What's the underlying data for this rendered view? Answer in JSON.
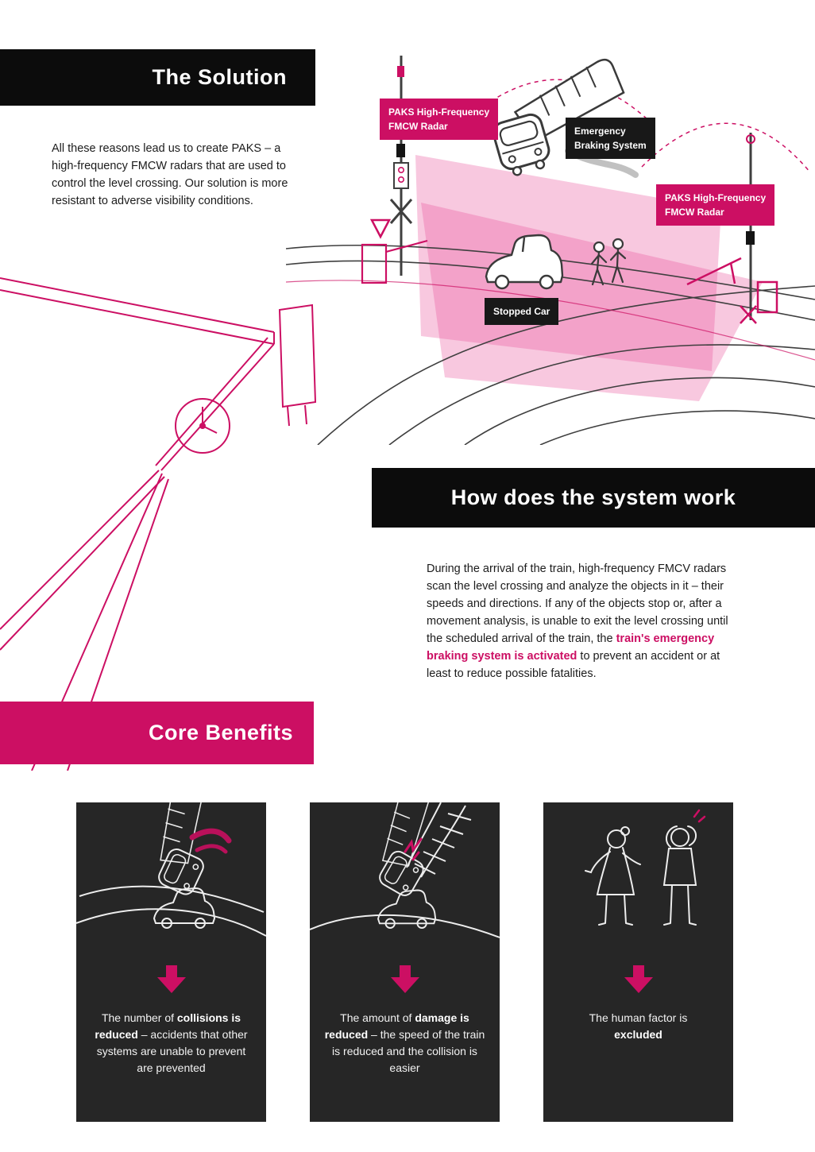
{
  "colors": {
    "pink": "#cc0f63",
    "dark_card": "#262626",
    "banner_black": "#0c0c0c"
  },
  "solution": {
    "title": "The Solution",
    "body": "All these reasons lead us to create PAKS – a high-frequency FMCW radars that are used to control the level crossing. Our solution is more resistant to adverse visibility conditions."
  },
  "diagram": {
    "labels": {
      "radar_left": "PAKS High-Frequency\nFMCW Radar",
      "emergency_braking": "Emergency\nBraking System",
      "radar_right": "PAKS High-Frequency\nFMCW Radar",
      "stopped_car": "Stopped Car"
    }
  },
  "how": {
    "title": "How does the system work",
    "body_before": "During the arrival of the train, high-frequency FMCV radars scan the level crossing and analyze the objects in it – their speeds and directions. If any of the objects stop or, after a movement analysis, is unable to exit the level crossing until the scheduled arrival of the train, the ",
    "highlight": "train's emergency braking system is activated",
    "body_after": " to prevent an accident or at least to reduce possible fatalities."
  },
  "benefits": {
    "title": "Core Benefits",
    "cards": [
      {
        "pre": "The number of ",
        "bold": "collisions is reduced",
        "post": " – accidents that other systems are unable to prevent are prevented"
      },
      {
        "pre": "The amount of ",
        "bold": "damage is reduced",
        "post": " – the speed of the train is reduced and the collision is easier"
      },
      {
        "pre": "The human factor is ",
        "bold": "excluded",
        "post": ""
      }
    ]
  }
}
